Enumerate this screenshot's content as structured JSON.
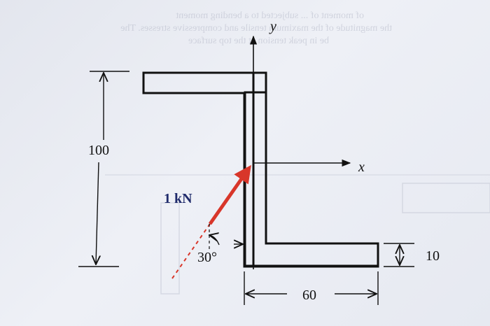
{
  "figure": {
    "axis_y_label": "y",
    "axis_x_label": "x",
    "force_label": "1 kN",
    "angle_label": "30°",
    "height_dim_label": "100",
    "width_dim_label": "60",
    "thickness_dim_label": "10"
  },
  "background_bleed": {
    "line1": "of moment of  ... subjected to a bending moment",
    "line2": "the magnitude of the maximum tensile and compressive stresses. The",
    "line3": "be in peak tension at the top surface"
  },
  "colors": {
    "line": "#111111",
    "force_arrow": "#d8362a",
    "force_text": "#1f2a6b",
    "background": "#e9ecf4"
  }
}
